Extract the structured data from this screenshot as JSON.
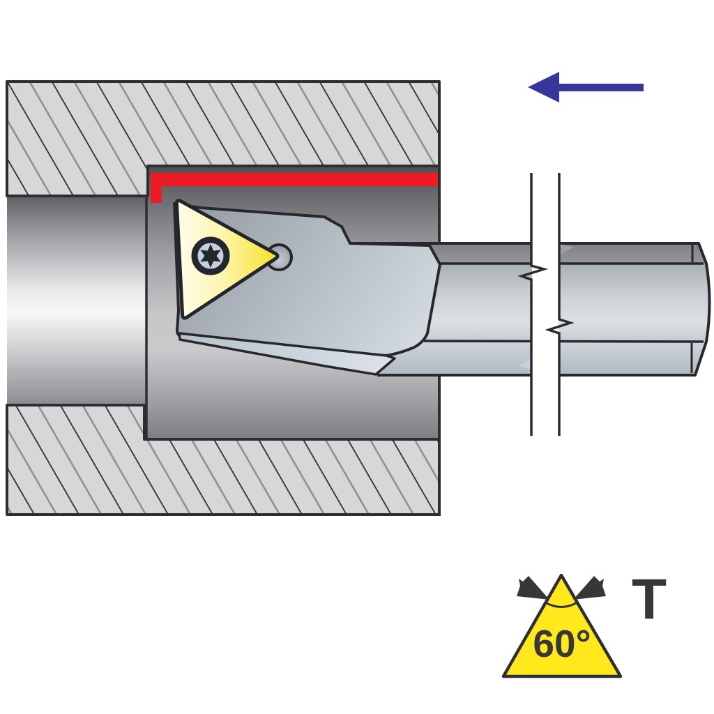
{
  "page": {
    "background": "#FFFFFF",
    "kind": "technical tool application illustration"
  },
  "illustration": {
    "name": "boring-bar-internal-turning-in-bored-workpiece",
    "feed_arrow": {
      "icon": "arrow-left",
      "color": "#36369B"
    },
    "machined_surface": {
      "color": "#ED1C24"
    },
    "workpiece": {
      "hatch_fill": "#D7D7D9",
      "hatch_line_dark": "#2E2E30",
      "hatch_line_gray": "#8F8F94"
    },
    "tool": {
      "insert_fill": "#F6E11E",
      "screw_icon": "torx-screw",
      "outline": "#26282C",
      "break_icon": "shank-break-lines"
    }
  },
  "insert_symbol": {
    "angle_label": "60°",
    "shape_letter": "T",
    "triangle_color": "#FFE81C",
    "text_color": "#37373A",
    "arrowheads_icon": "angle-pointer-arrows"
  }
}
